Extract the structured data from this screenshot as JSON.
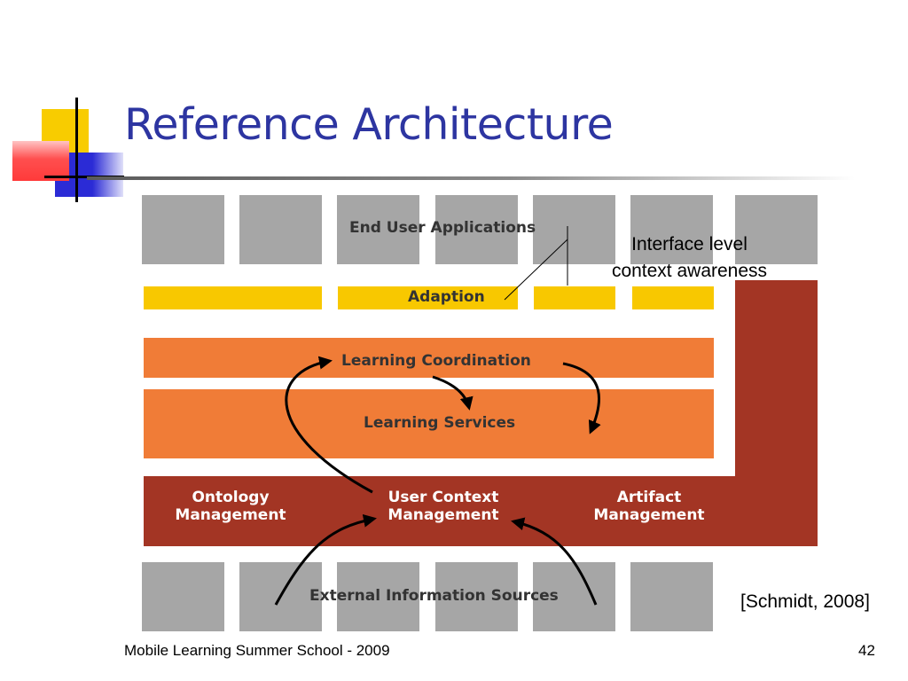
{
  "slide": {
    "title": "Reference Architecture",
    "footer_text": "Mobile Learning Summer School - 2009",
    "page_number": "42",
    "citation": "[Schmidt, 2008]"
  },
  "diagram": {
    "end_user_applications": "End User Applications",
    "adaption": "Adaption",
    "learning_coordination": "Learning Coordination",
    "learning_services": "Learning Services",
    "ontology_management": {
      "line1": "Ontology",
      "line2": "Management"
    },
    "user_context_management": {
      "line1": "User Context",
      "line2": "Management"
    },
    "artifact_management": {
      "line1": "Artifact",
      "line2": "Management"
    },
    "external_information_sources": "External Information Sources",
    "callout": {
      "line1": "Interface level",
      "line2": "context awareness"
    }
  },
  "colors": {
    "title_blue": "#2d35a1",
    "gray_block": "#a6a6a6",
    "adaption_yellow": "#f8c800",
    "learning_orange": "#f07c37",
    "management_rust": "#a33524"
  }
}
